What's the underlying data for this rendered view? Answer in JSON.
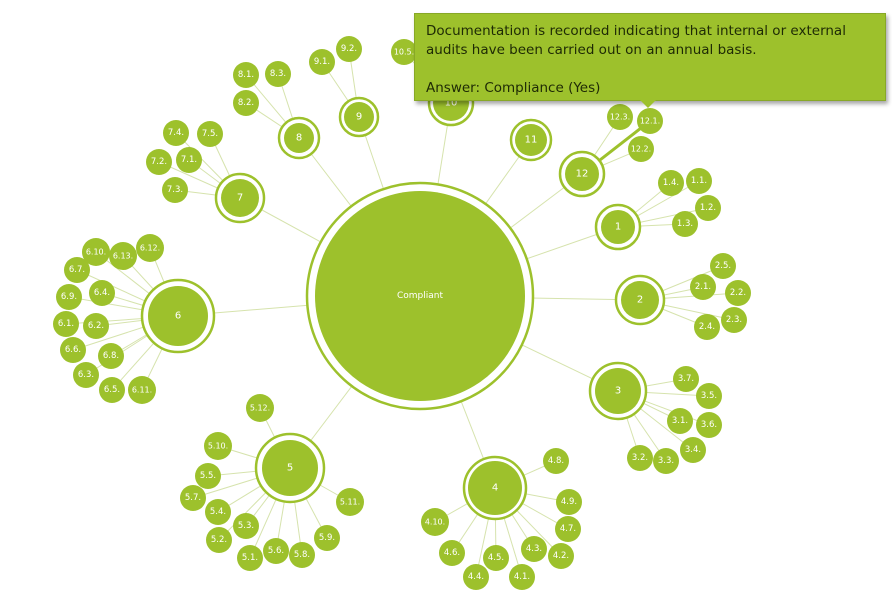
{
  "colors": {
    "node": "#9dc12c",
    "link": "#d6e3ad",
    "ring": "#9dc12c",
    "highlight_link": "#9dc12c"
  },
  "root": {
    "label": "Compliant"
  },
  "branches": [
    {
      "label": "1",
      "children": [
        "1.1.",
        "1.2.",
        "1.3.",
        "1.4."
      ]
    },
    {
      "label": "2",
      "children": [
        "2.1.",
        "2.2.",
        "2.3.",
        "2.4.",
        "2.5."
      ]
    },
    {
      "label": "3",
      "children": [
        "3.1.",
        "3.2.",
        "3.3.",
        "3.4.",
        "3.5.",
        "3.6.",
        "3.7."
      ]
    },
    {
      "label": "4",
      "children": [
        "4.1.",
        "4.2.",
        "4.3.",
        "4.4.",
        "4.5.",
        "4.6.",
        "4.7.",
        "4.8.",
        "4.9.",
        "4.10."
      ]
    },
    {
      "label": "5",
      "children": [
        "5.1.",
        "5.2.",
        "5.3.",
        "5.4.",
        "5.5.",
        "5.6.",
        "5.7.",
        "5.8.",
        "5.9.",
        "5.10.",
        "5.11.",
        "5.12."
      ]
    },
    {
      "label": "6",
      "children": [
        "6.1.",
        "6.2.",
        "6.3.",
        "6.4.",
        "6.5.",
        "6.6.",
        "6.7.",
        "6.8.",
        "6.9.",
        "6.10.",
        "6.11.",
        "6.12.",
        "6.13."
      ]
    },
    {
      "label": "7",
      "children": [
        "7.1.",
        "7.2.",
        "7.3.",
        "7.4.",
        "7.5."
      ]
    },
    {
      "label": "8",
      "children": [
        "8.1.",
        "8.2.",
        "8.3."
      ]
    },
    {
      "label": "9",
      "children": [
        "9.1.",
        "9.2."
      ]
    },
    {
      "label": "10",
      "children": [
        "10.5."
      ]
    },
    {
      "label": "11",
      "children": []
    },
    {
      "label": "12",
      "children": [
        "12.1.",
        "12.2.",
        "12.3."
      ]
    }
  ],
  "tooltip": {
    "text": "Documentation is recorded indicating that internal or external audits have been carried out on an annual basis.",
    "answer": "Answer: Compliance (Yes)"
  }
}
